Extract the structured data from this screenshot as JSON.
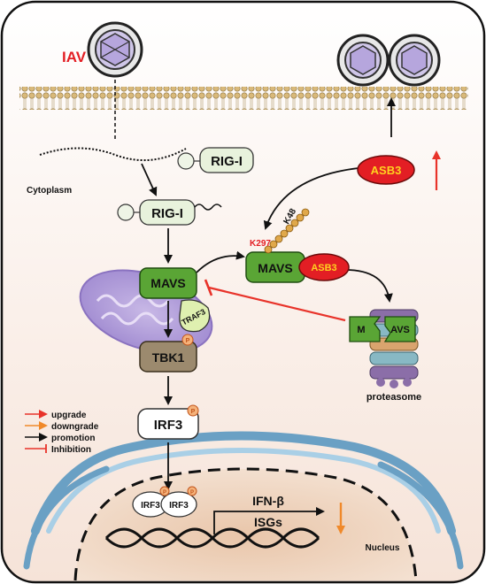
{
  "virus": {
    "label": "IAV"
  },
  "compartments": {
    "cytoplasm": "Cytoplasm",
    "nucleus": "Nucleus",
    "proteasome": "proteasome"
  },
  "proteins": {
    "rig_i_free": "RIG-I",
    "rig_i_bound": "RIG-I",
    "mavs": "MAVS",
    "traf3": "TRAF3",
    "tbk1": "TBK1",
    "irf3": "IRF3",
    "irf3_dimer_a": "IRF3",
    "irf3_dimer_b": "IRF3",
    "asb3_top": "ASB3",
    "mavs_complex": "MAVS",
    "asb3_complex": "ASB3",
    "mavs_degraded_left": "M",
    "mavs_degraded_right": "AVS"
  },
  "ubiquitin": {
    "site": "K297",
    "chain": "K48"
  },
  "phospho": {
    "symbol": "P"
  },
  "genes": {
    "line1": "IFN-β",
    "line2": "ISGs"
  },
  "legend": [
    {
      "label": "upgrade",
      "color": "#e8332a",
      "kind": "arrow"
    },
    {
      "label": "downgrade",
      "color": "#f0892a",
      "kind": "arrow"
    },
    {
      "label": "promotion",
      "color": "#111111",
      "kind": "arrow"
    },
    {
      "label": "Inhibition",
      "color": "#e8332a",
      "kind": "bar"
    }
  ],
  "colors": {
    "asb3": "#e31e24",
    "mavs": "#5aa535",
    "tbk1": "#9c8a6e",
    "up_arrow": "#e8332a",
    "down_arrow": "#f0892a"
  }
}
